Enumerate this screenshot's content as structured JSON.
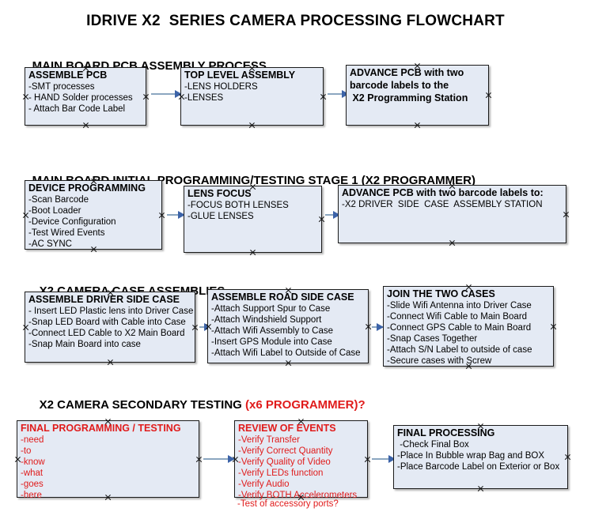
{
  "document": {
    "title": "IDRIVE X2  SERIES CAMERA PROCESSING FLOWCHART"
  },
  "colors": {
    "node_fill": "#e4eaf4",
    "node_border": "#1b1b1b",
    "accent_red": "#e01b1b",
    "connector_line": "#8ba6c0",
    "connector_head": "#3c63a8",
    "text": "#000000",
    "page_background": "#ffffff"
  },
  "sections": [
    {
      "id": "main-board-pcb-assembly-process",
      "header": "MAIN BOARD PCB ASSEMBLY PROCESS",
      "header_accent": "",
      "nodes": [
        {
          "id": "assemble-pcb",
          "title": "ASSEMBLE PCB",
          "lines": [
            "-SMT processes",
            "- HAND Solder processes",
            "- Attach Bar Code Label"
          ]
        },
        {
          "id": "top-level-assembly",
          "title": "TOP LEVEL ASSEMBLY",
          "lines": [
            "-LENS HOLDERS",
            "-LENSES"
          ]
        },
        {
          "id": "advance-pcb-to-x2-programming-station",
          "title": "ADVANCE PCB with two",
          "lines": [
            "barcode labels to the",
            " X2 Programming Station"
          ]
        }
      ]
    },
    {
      "id": "main-board-initial-programming-testing-stage-1",
      "header": "MAIN BOARD INITIAL PROGRAMMING/TESTING STAGE 1 (X2 PROGRAMMER)",
      "header_accent": "",
      "nodes": [
        {
          "id": "device-programming",
          "title": "DEVICE PROGRAMMING",
          "lines": [
            "-Scan Barcode",
            "-Boot Loader",
            "-Device Configuration",
            "-Test Wired Events",
            "-AC SYNC"
          ]
        },
        {
          "id": "lens-focus",
          "title": "LENS FOCUS",
          "lines": [
            "-FOCUS BOTH LENSES",
            "-GLUE LENSES"
          ]
        },
        {
          "id": "advance-pcb-to-driver-side-case-assembly",
          "title": "ADVANCE PCB with two barcode labels to:",
          "lines": [
            "-X2 DRIVER  SIDE  CASE  ASSEMBLY STATION"
          ]
        }
      ]
    },
    {
      "id": "x2-camera-case-assemblies",
      "header": "X2 CAMERA CASE ASSEMBLIES",
      "header_accent": "",
      "nodes": [
        {
          "id": "assemble-driver-side-case",
          "title": "ASSEMBLE DRIVER SIDE CASE",
          "lines": [
            "- Insert LED Plastic lens into Driver Case",
            "-Snap LED Board with Cable into Case",
            "-Connect LED Cable to X2 Main Board",
            "-Snap Main Board into case"
          ]
        },
        {
          "id": "assemble-road-side-case",
          "title": "ASSEMBLE ROAD SIDE CASE",
          "lines": [
            "-Attach Support Spur to Case",
            "-Attach Windshield Support",
            "-Attach Wifi Assembly to Case",
            "-Insert GPS Module into Case",
            "-Attach Wifi Label to Outside of Case"
          ]
        },
        {
          "id": "join-the-two-cases",
          "title": "JOIN THE TWO CASES",
          "lines": [
            "-Slide Wifi Antenna into Driver Case",
            "-Connect Wifi Cable to Main Board",
            "-Connect GPS Cable to Main Board",
            "-Snap Cases Together",
            "-Attach S/N Label to outside of case",
            "-Secure cases with Screw"
          ]
        }
      ]
    },
    {
      "id": "x2-camera-secondary-testing",
      "header": "X2 CAMERA SECONDARY TESTING ",
      "header_accent": "(x6 PROGRAMMER)?",
      "nodes": [
        {
          "id": "final-programming-testing",
          "title": "FINAL PROGRAMMING / TESTING",
          "lines": [
            "-need",
            "-to",
            "-know",
            "-what",
            "-goes",
            "-here"
          ]
        },
        {
          "id": "review-of-events",
          "title": "REVIEW OF EVENTS",
          "lines": [
            "-Verify Transfer",
            "-Verify Correct Quantity",
            "-Verify Quality of Video",
            "-Verify LEDs function",
            "-Verify Audio",
            "-Verify BOTH Accelerometers"
          ],
          "overflow_line": "-Test of accessory ports?"
        },
        {
          "id": "final-processing",
          "title": "FINAL PROCESSING",
          "lines": [
            " -Check Final Box",
            "-Place In Bubble wrap Bag and BOX",
            "-Place Barcode Label on Exterior or Box"
          ]
        }
      ]
    }
  ]
}
